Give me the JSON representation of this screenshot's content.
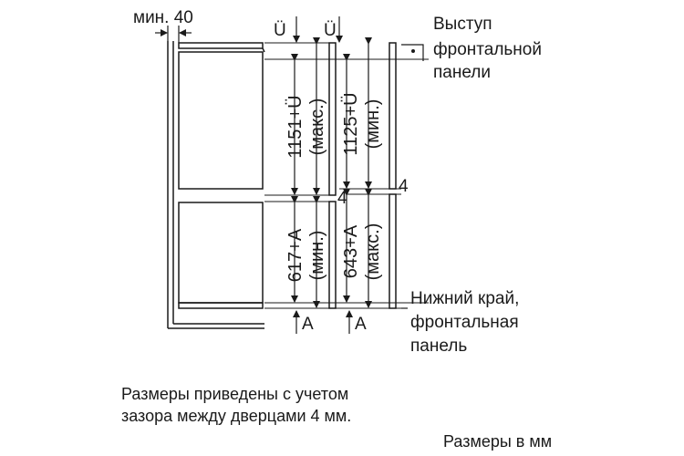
{
  "labels": {
    "min40": "мин. 40",
    "u_left": "Ü",
    "u_right": "Ü",
    "upper_left_main": "1151+Ü",
    "upper_left_sub": "(макс.)",
    "upper_right_main": "1125+Ü",
    "upper_right_sub": "(мин.)",
    "lower_left_main": "617+A",
    "lower_left_sub": "(мин.)",
    "lower_right_main": "643+A",
    "lower_right_sub": "(макс.)",
    "gap_mid": "4",
    "gap_right": "4",
    "a_left": "A",
    "a_right": "A"
  },
  "callouts": {
    "protrusion_line1": "Выступ",
    "protrusion_line2": "фронтальной",
    "protrusion_line3": "панели",
    "bottom_line1": "Нижний край,",
    "bottom_line2": "фронтальная",
    "bottom_line3": "панель"
  },
  "notes": {
    "line1": "Размеры приведены с учетом",
    "line2": "зазора между дверцами 4 мм.",
    "units": "Размеры в мм"
  }
}
